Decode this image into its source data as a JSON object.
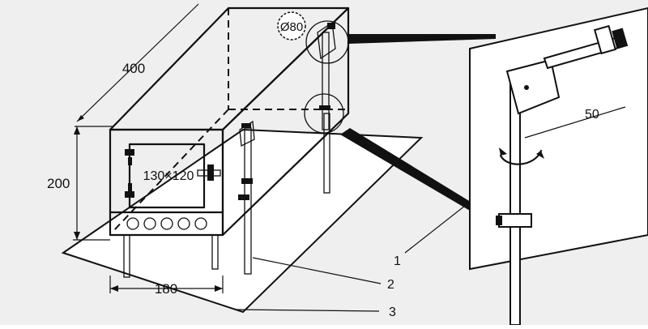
{
  "dimensions": {
    "depth": "400",
    "height": "200",
    "width": "180",
    "door": "130×120",
    "pipe_diameter": "Ø80",
    "offset": "50"
  },
  "callouts": {
    "c1": "1",
    "c2": "2",
    "c3": "3"
  },
  "colors": {
    "ink": "#111111",
    "paper": "#ffffff",
    "wall_shade": "#efefef"
  }
}
